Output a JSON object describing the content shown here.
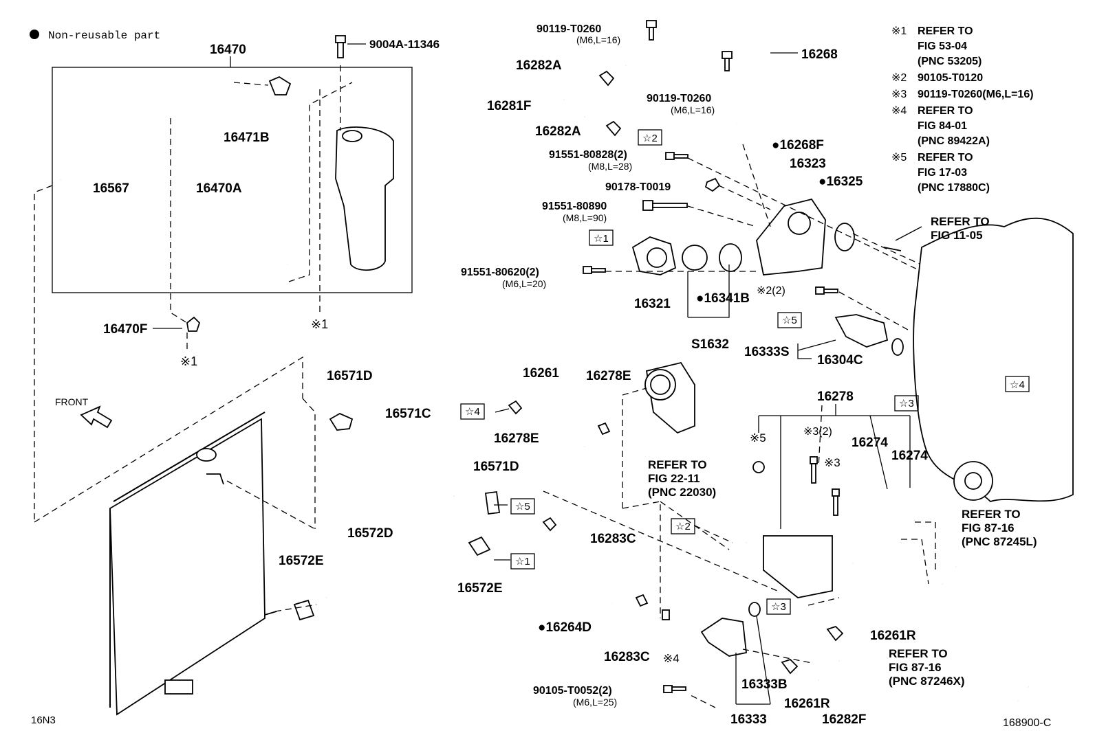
{
  "legend": {
    "bullet": "●",
    "text": "Non-reusable part"
  },
  "diagram_id": "168900-C",
  "model_code": "16N3",
  "front_label": "FRONT",
  "notes": [
    {
      "mark": "※1",
      "lines": [
        "REFER TO",
        "FIG 53-04",
        "(PNC 53205)"
      ]
    },
    {
      "mark": "※2",
      "lines": [
        "90105-T0120"
      ]
    },
    {
      "mark": "※3",
      "lines": [
        "90119-T0260(M6,L=16)"
      ]
    },
    {
      "mark": "※4",
      "lines": [
        "REFER TO",
        "FIG 84-01",
        "(PNC 89422A)"
      ]
    },
    {
      "mark": "※5",
      "lines": [
        "REFER TO",
        "FIG 17-03",
        "(PNC 17880C)"
      ]
    }
  ],
  "labels": {
    "p16470": "16470",
    "p9004A": "9004A-11346",
    "p16471B": "16471B",
    "p16567": "16567",
    "p16470A": "16470A",
    "p16470F": "16470F",
    "m1a": "※1",
    "m1b": "※1",
    "p90119a": "90119-T0260",
    "p90119a_sub": "(M6,L=16)",
    "p16268": "16268",
    "p16282A_1": "16282A",
    "p16281F": "16281F",
    "p16282A_2": "16282A",
    "p90119b": "90119-T0260",
    "p90119b_sub": "(M6,L=16)",
    "star2_a": "☆2",
    "p91551_828": "91551-80828(2)",
    "p91551_828_sub": "(M8,L=28)",
    "p16268F": "●16268F",
    "p16323": "16323",
    "p90178": "90178-T0019",
    "p16325": "●16325",
    "p91551_890": "91551-80890",
    "p91551_890_sub": "(M8,L=90)",
    "star1_a": "☆1",
    "refer_1105_a": "REFER TO",
    "refer_1105_b": "FIG 11-05",
    "p91551_620": "91551-80620(2)",
    "p91551_620_sub": "(M6,L=20)",
    "m2_2": "※2(2)",
    "p16321": "16321",
    "p16341B": "●16341B",
    "star5_a": "☆5",
    "pS1632": "S1632",
    "p16333S": "16333S",
    "p16304C": "16304C",
    "p16571D_a": "16571D",
    "p16261": "16261",
    "p16278E_a": "16278E",
    "p16278": "16278",
    "star3_a": "☆3",
    "star4_a": "☆4",
    "p16571C": "16571C",
    "star4_b": "☆4",
    "p16278E_b": "16278E",
    "m5": "※5",
    "m3_2": "※3(2)",
    "p16274_a": "16274",
    "p16274_b": "16274",
    "p16571D_b": "16571D",
    "star5_b": "☆5",
    "refer_2211_a": "REFER TO",
    "refer_2211_b": "FIG 22-11",
    "refer_2211_c": "(PNC 22030)",
    "m3": "※3",
    "refer_8716a_a": "REFER TO",
    "refer_8716a_b": "FIG 87-16",
    "refer_8716a_c": "(PNC 87245L)",
    "p16572D": "16572D",
    "star2_b": "☆2",
    "p16283C_a": "16283C",
    "p16572E_a": "16572E",
    "star1_b": "☆1",
    "p16572E_b": "16572E",
    "star3_b": "☆3",
    "p16264D": "●16264D",
    "p16283C_b": "16283C",
    "m4": "※4",
    "p16261R_a": "16261R",
    "refer_8716b_a": "REFER TO",
    "refer_8716b_b": "FIG 87-16",
    "refer_8716b_c": "(PNC 87246X)",
    "p90105": "90105-T0052(2)",
    "p90105_sub": "(M6,L=25)",
    "p16333B": "16333B",
    "p16261R_b": "16261R",
    "p16333": "16333",
    "p16282F": "16282F"
  }
}
